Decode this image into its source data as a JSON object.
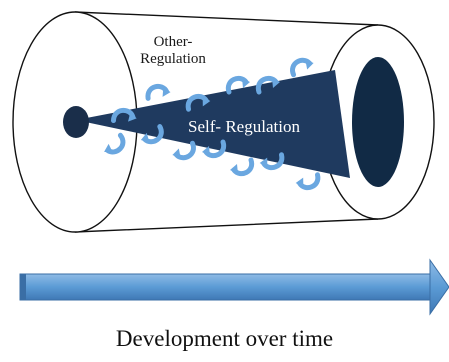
{
  "labels": {
    "other_regulation": "Other-Regulation",
    "other_line1": "Other-",
    "other_line2": "Regulation",
    "self_regulation": "Self- Regulation",
    "caption": "Development over time"
  },
  "colors": {
    "cone": "#1f3a5f",
    "cone_end": "#112a45",
    "arrow_blue": "#5b9bd5",
    "arrow_dark": "#3f6fa3",
    "swirl": "#6aa7e0",
    "outline": "#111111",
    "background": "#ffffff"
  },
  "icons": {
    "swirl": "curved-arrow-icon",
    "direction": "right-arrow-icon"
  }
}
